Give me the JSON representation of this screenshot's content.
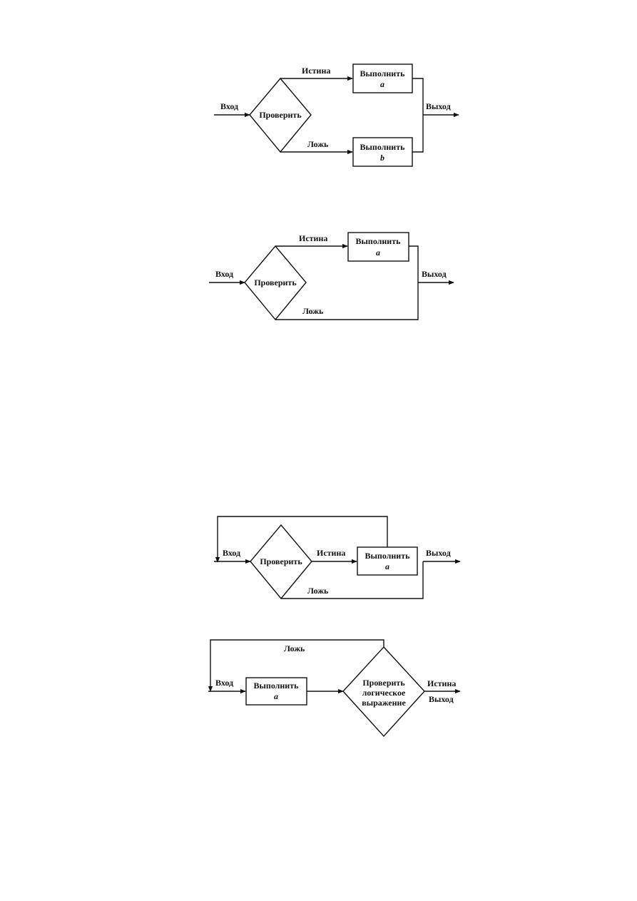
{
  "diagrams": [
    {
      "label_in": "Вход",
      "label_check": "Проверить",
      "label_true": "Истина",
      "label_false": "Ложь",
      "label_exec": "Выполнить",
      "var_a": "a",
      "var_b": "b",
      "label_out": "Выход"
    },
    {
      "label_in": "Вход",
      "label_check": "Проверить",
      "label_true": "Истина",
      "label_false": "Ложь",
      "label_exec": "Выполнить",
      "var_a": "a",
      "label_out": "Выход"
    },
    {
      "label_in": "Вход",
      "label_check": "Проверить",
      "label_true": "Истина",
      "label_false": "Ложь",
      "label_exec": "Выполнить",
      "var_a": "a",
      "label_out": "Выход"
    },
    {
      "label_in": "Вход",
      "label_exec": "Выполнить",
      "var_a": "a",
      "label_check_lines": [
        "Проверить",
        "логическое",
        "выражение"
      ],
      "label_true": "Истина",
      "label_out": "Выход",
      "label_false": "Ложь"
    }
  ]
}
